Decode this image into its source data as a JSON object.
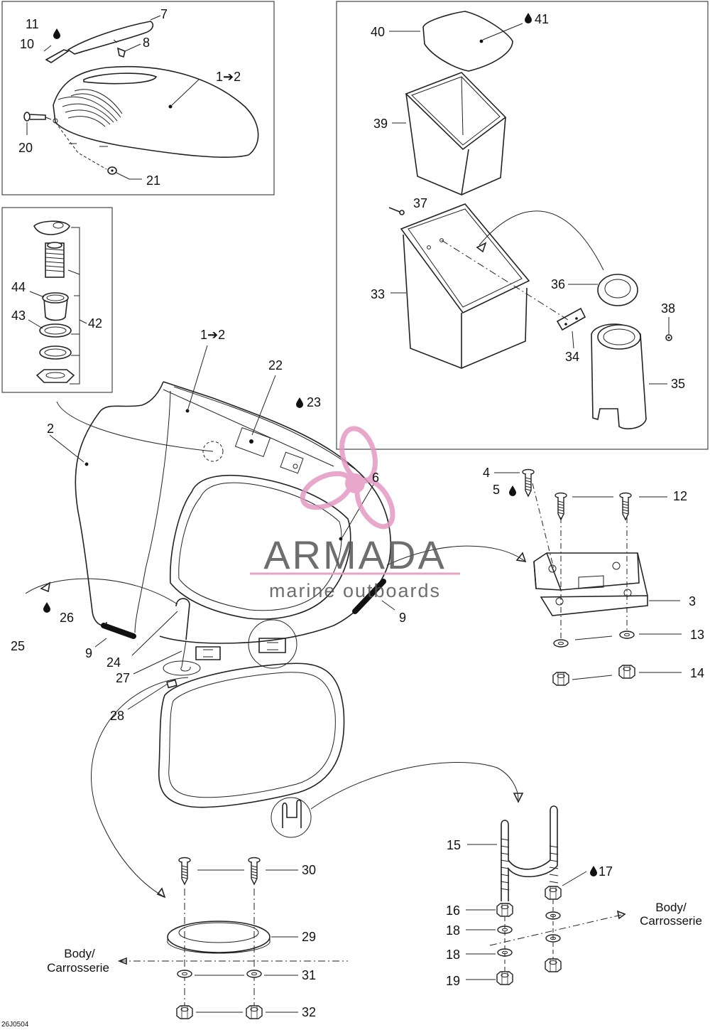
{
  "callouts": {
    "c1_2_top": "1➔2",
    "c7": "7",
    "c8": "8",
    "c10": "10",
    "c11": "11",
    "c20": "20",
    "c21": "21",
    "c40": "40",
    "c41": "41",
    "c39": "39",
    "c37": "37",
    "c33": "33",
    "c36": "36",
    "c34": "34",
    "c38": "38",
    "c35": "35",
    "c44": "44",
    "c43": "43",
    "c42": "42",
    "c1_2_mid": "1➔2",
    "c22": "22",
    "c23": "23",
    "c2": "2",
    "c6": "6",
    "c4": "4",
    "c5": "5",
    "c12": "12",
    "c3": "3",
    "c13": "13",
    "c14": "14",
    "c25": "25",
    "c26": "26",
    "c9_left": "9",
    "c9_right": "9",
    "c24": "24",
    "c27": "27",
    "c28": "28",
    "c15": "15",
    "c17": "17",
    "c16": "16",
    "c18a": "18",
    "c18b": "18",
    "c19": "19",
    "c30": "30",
    "c29": "29",
    "c31": "31",
    "c32": "32"
  },
  "body_labels": {
    "left_line1": "Body/",
    "left_line2": "Carrosserie",
    "right_line1": "Body/",
    "right_line2": "Carrosserie"
  },
  "watermark": {
    "title": "ARMADA",
    "subtitle": "marine outboards",
    "accent_color": "#e39ac2"
  },
  "diagram_code": "26J0504",
  "icons": {
    "lubricant": "oil-drop-icon"
  }
}
